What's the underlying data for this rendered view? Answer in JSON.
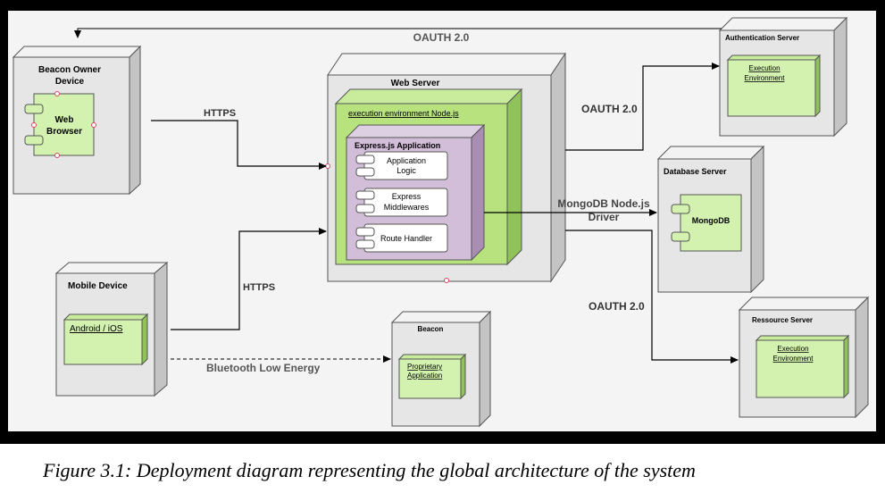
{
  "nodes": {
    "beacon_owner": {
      "title_line1": "Beacon Owner",
      "title_line2": "Device",
      "component_line1": "Web",
      "component_line2": "Browser"
    },
    "web_server": {
      "title": "Web Server",
      "env": "execution environment Node.js",
      "app": "Express.js Application",
      "components": [
        {
          "line1": "Application",
          "line2": "Logic"
        },
        {
          "line1": "Express",
          "line2": "Middlewares"
        },
        {
          "line1": "Route Handler",
          "line2": ""
        }
      ]
    },
    "mobile": {
      "title": "Mobile Device",
      "component": "Android / iOS"
    },
    "beacon": {
      "title": "Beacon",
      "component_line1": "Proprietary",
      "component_line2": "Application"
    },
    "auth_server": {
      "title": "Authentication Server",
      "component_line1": "Execution",
      "component_line2": "Environment"
    },
    "db_server": {
      "title": "Database Server",
      "component": "MongoDB"
    },
    "resource_server": {
      "title": "Ressource Server",
      "component_line1": "Execution",
      "component_line2": "Environment"
    }
  },
  "connections": {
    "top_oauth": "OAUTH 2.0",
    "https_owner": "HTTPS",
    "https_mobile": "HTTPS",
    "oauth_auth": "OAUTH 2.0",
    "mongo_line1": "MongoDB Node.js",
    "mongo_line2": "Driver",
    "oauth_resource": "OAUTH 2.0",
    "ble": "Bluetooth Low Energy"
  },
  "caption": "Figure 3.1: Deployment diagram representing the global architecture of the system",
  "colors": {
    "node_fill": "#e6e6e6",
    "component_fill": "#d3f2b0",
    "env_fill": "#b7e27e",
    "app_fill": "#d2bed8",
    "frame": "#000000"
  }
}
